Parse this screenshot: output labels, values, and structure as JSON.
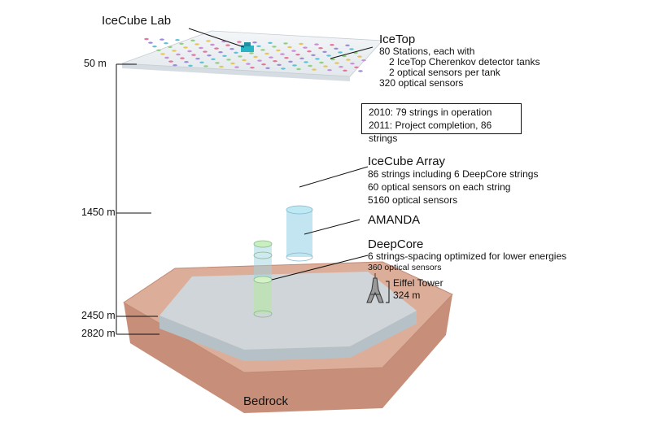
{
  "lab_label": "IceCube Lab",
  "depths": [
    "50 m",
    "1450 m",
    "2450 m",
    "2820 m"
  ],
  "icetop": {
    "title": "IceTop",
    "lines": [
      "80 Stations, each with",
      "2 IceTop Cherenkov detector tanks",
      "2 optical sensors per tank",
      "320 optical sensors"
    ]
  },
  "status_box": {
    "lines": [
      "2010: 79 strings in operation",
      "2011: Project completion, 86 strings"
    ]
  },
  "array": {
    "title": "IceCube Array",
    "lines": [
      "86 strings including 6 DeepCore strings",
      "60 optical sensors on each string",
      "5160 optical sensors"
    ]
  },
  "amanda": {
    "title": "AMANDA"
  },
  "deepcore": {
    "title": "DeepCore",
    "lines": [
      "6 strings-spacing optimized for lower energies",
      "360 optical sensors"
    ]
  },
  "eiffel": {
    "lines": [
      "Eiffel Tower",
      "324 m"
    ]
  },
  "bedrock_label": "Bedrock",
  "colors": {
    "bedrock": "#d9a58f",
    "bedrock_edge": "#b97a63",
    "ice": "#c6d2d8",
    "string": "#7a8a96",
    "string_top": "#c9e2ef",
    "amanda": "#8fd0e6",
    "deepcore": "#b8e6a8"
  }
}
